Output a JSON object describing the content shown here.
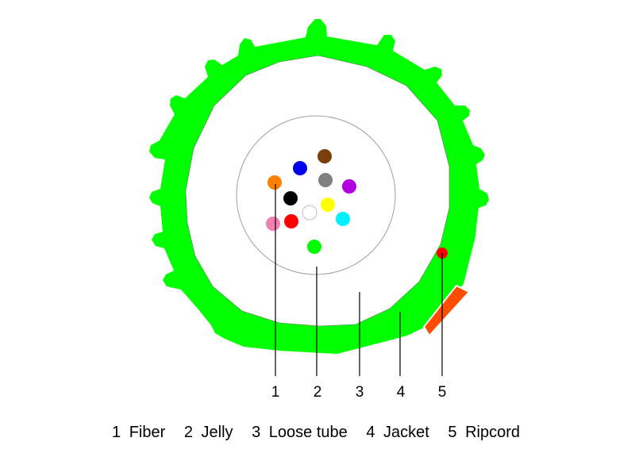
{
  "callouts": [
    {
      "number": "1",
      "label": "Fiber"
    },
    {
      "number": "2",
      "label": "Jelly"
    },
    {
      "number": "3",
      "label": "Loose tube"
    },
    {
      "number": "4",
      "label": "Jacket"
    },
    {
      "number": "5",
      "label": "Ripcord"
    }
  ],
  "colors": {
    "jacket": "#00ff00",
    "ripcord": "#ff4d00",
    "ripcord_end": "#ff0000",
    "tube_outline": "#a0a0a0",
    "leader_line": "#000000"
  },
  "fibers": [
    {
      "name": "brown",
      "color": "#7a3f0a"
    },
    {
      "name": "blue",
      "color": "#0000ee"
    },
    {
      "name": "orange",
      "color": "#ff8000"
    },
    {
      "name": "gray",
      "color": "#808080"
    },
    {
      "name": "violet",
      "color": "#b000e0"
    },
    {
      "name": "black",
      "color": "#000000"
    },
    {
      "name": "yellow",
      "color": "#ffff00"
    },
    {
      "name": "white",
      "color": "#ffffff"
    },
    {
      "name": "pink",
      "color": "#f080b0"
    },
    {
      "name": "red",
      "color": "#ff0000"
    },
    {
      "name": "aqua",
      "color": "#00f0ff"
    },
    {
      "name": "green",
      "color": "#00ff00"
    }
  ]
}
